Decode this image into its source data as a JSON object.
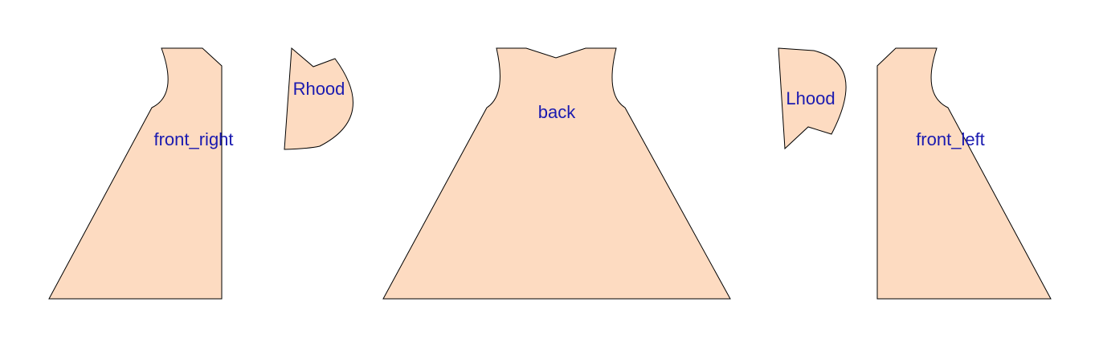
{
  "colors": {
    "fabric_fill": "#FDDBC1",
    "outline": "#000000",
    "label_text": "#1A1AB0",
    "background": "#FFFFFF"
  },
  "pieces": {
    "front_right": {
      "label": "front_right"
    },
    "rhood": {
      "label": "Rhood"
    },
    "back": {
      "label": "back"
    },
    "lhood": {
      "label": "Lhood"
    },
    "front_left": {
      "label": "front_left"
    }
  }
}
